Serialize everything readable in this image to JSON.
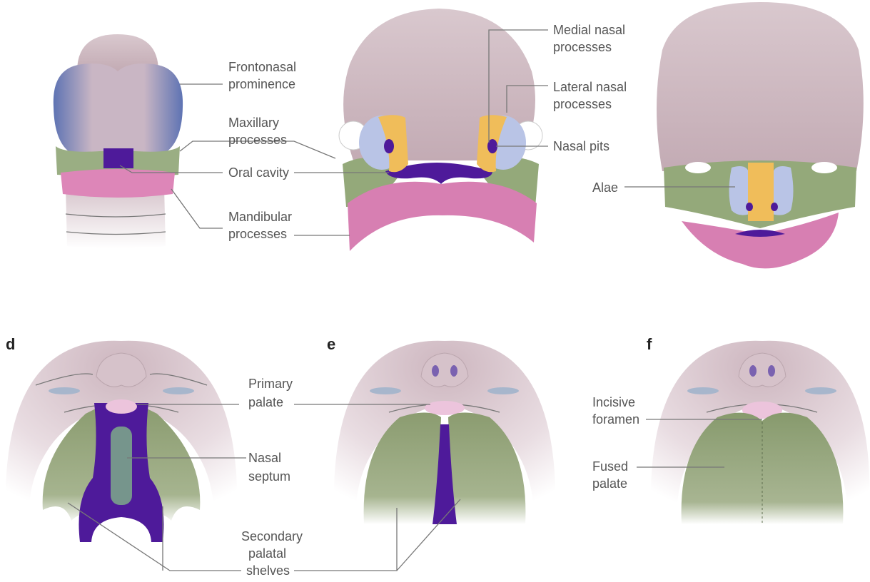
{
  "panels": {
    "d": "d",
    "e": "e",
    "f": "f"
  },
  "labels": {
    "frontonasal_1": "Frontonasal",
    "frontonasal_2": "prominence",
    "maxillary_1": "Maxillary",
    "maxillary_2": "processes",
    "oral_cavity": "Oral cavity",
    "mandibular_1": "Mandibular",
    "mandibular_2": "processes",
    "medial_nasal_1": "Medial nasal",
    "medial_nasal_2": "processes",
    "lateral_nasal_1": "Lateral nasal",
    "lateral_nasal_2": "processes",
    "nasal_pits": "Nasal pits",
    "alae": "Alae",
    "primary_palate_1": "Primary",
    "primary_palate_2": "palate",
    "nasal_septum_1": "Nasal",
    "nasal_septum_2": "septum",
    "secondary_1": "Secondary",
    "secondary_2": "palatal",
    "secondary_3": "shelves",
    "incisive_1": "Incisive",
    "incisive_2": "foramen",
    "fused_1": "Fused",
    "fused_2": "palate"
  },
  "colors": {
    "skin": "#cdb9c0",
    "frontonasal": "#6f7fb6",
    "maxillary": "#94a97a",
    "mandibular": "#d77fb2",
    "oral": "#4e1a9a",
    "medial_nasal": "#f0bd5a",
    "lateral_nasal": "#b9c4e6",
    "shelf": "#8fa077",
    "septum": "#76958c",
    "primary_palate": "#ecc4dc",
    "leader": "#777777"
  }
}
